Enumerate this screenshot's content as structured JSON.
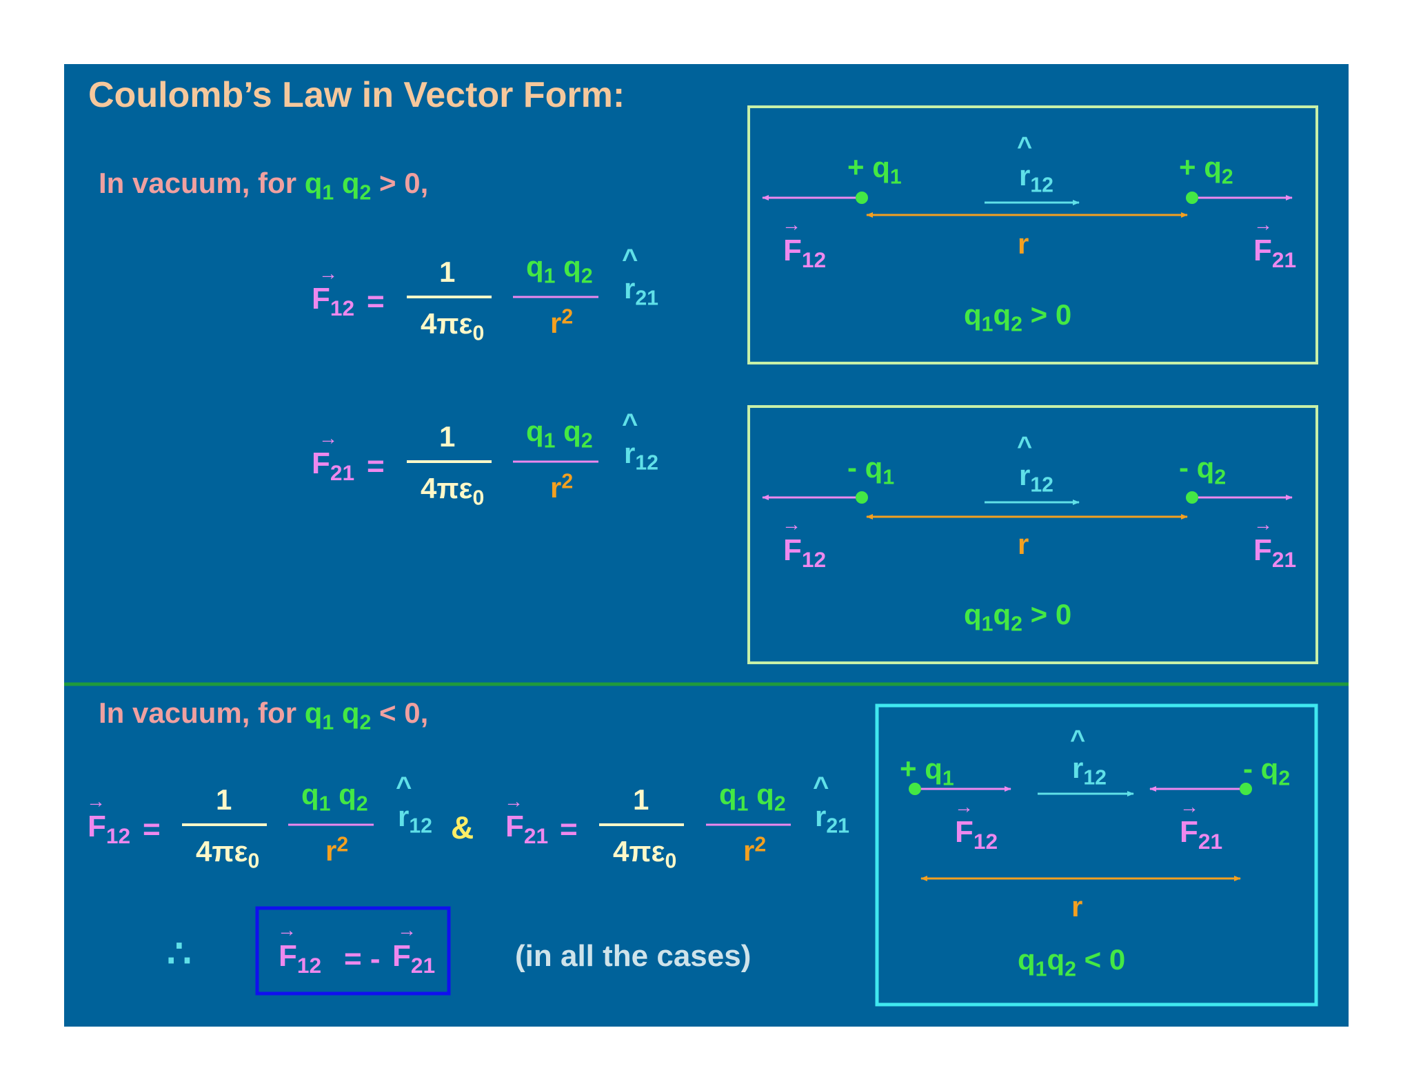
{
  "title": "Coulomb’s Law in Vector Form:",
  "sections": {
    "repulsive_heading": {
      "prefix": "In vacuum, for ",
      "q1": "q",
      "q1_sub": "1",
      "q2": " q",
      "q2_sub": "2",
      "suffix": " > 0,"
    },
    "attractive_heading": {
      "prefix": "In vacuum, for ",
      "q1": "q",
      "q1_sub": "1",
      "q2": " q",
      "q2_sub": "2",
      "suffix": " < 0,"
    }
  },
  "formula_parts": {
    "F": "F",
    "eq": "=",
    "one": "1",
    "four_pi_eps": "4πε",
    "eps_sub": "0",
    "q": "q",
    "r": "r",
    "r_sup": "2",
    "hat": "^",
    "arrow": "→",
    "sub12": "12",
    "sub21": "21",
    "sub1": "1",
    "sub2": "2",
    "amp": "&",
    "therefore": "∴",
    "neg_eq": "= -"
  },
  "diagrams": {
    "box1": {
      "left_charge": "+ q",
      "right_charge": "+ q",
      "condition": "q",
      "condition_suffix": " > 0"
    },
    "box2": {
      "left_charge": "- q",
      "right_charge": "- q",
      "condition": "q",
      "condition_suffix": " > 0"
    },
    "box3": {
      "left_charge": "+ q",
      "right_charge": "- q",
      "condition": "q",
      "condition_suffix": " < 0"
    }
  },
  "note": "(in all the cases)",
  "colors": {
    "background": "#00629a",
    "title": "#f6c89c",
    "heading": "#f0a0a0",
    "charge": "#44e844",
    "force": "#ee88ee",
    "unit_vector": "#60e0e8",
    "distance": "#f4a020",
    "constant": "#fff8c8",
    "box_repulsive": "#c8f0a8",
    "box_attractive": "#40e8f0",
    "result_box": "#1010ee",
    "divider": "#1f9a3c"
  }
}
